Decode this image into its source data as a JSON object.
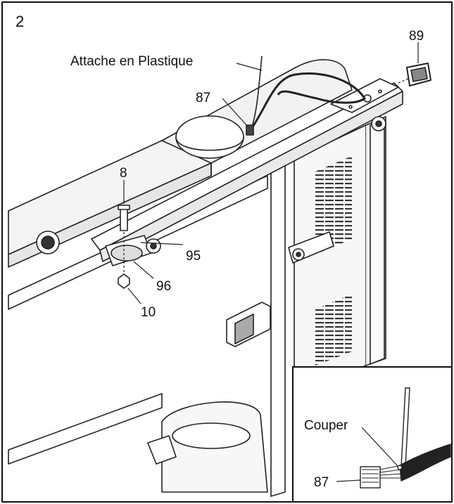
{
  "step_number": "2",
  "labels": {
    "plastic_tie": "Attache en Plastique",
    "part_87": "87",
    "part_89": "89",
    "part_8": "8",
    "part_95": "95",
    "part_96": "96",
    "part_10": "10"
  },
  "inset": {
    "cut_label": "Couper",
    "part_87": "87"
  }
}
